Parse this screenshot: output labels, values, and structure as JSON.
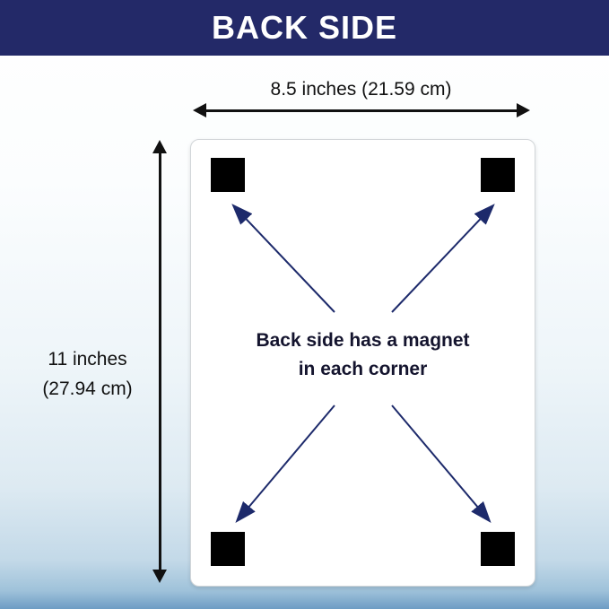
{
  "banner": {
    "title": "BACK SIDE",
    "bg_color": "#232968",
    "text_color": "#ffffff"
  },
  "dimensions": {
    "width_label": "8.5 inches (21.59 cm)",
    "height_label_line1": "11 inches",
    "height_label_line2": "(27.94 cm)"
  },
  "card": {
    "note_line1": "Back side has a magnet",
    "note_line2": "in each corner",
    "magnet_color": "#000000",
    "arrow_color": "#1d2a6b"
  }
}
